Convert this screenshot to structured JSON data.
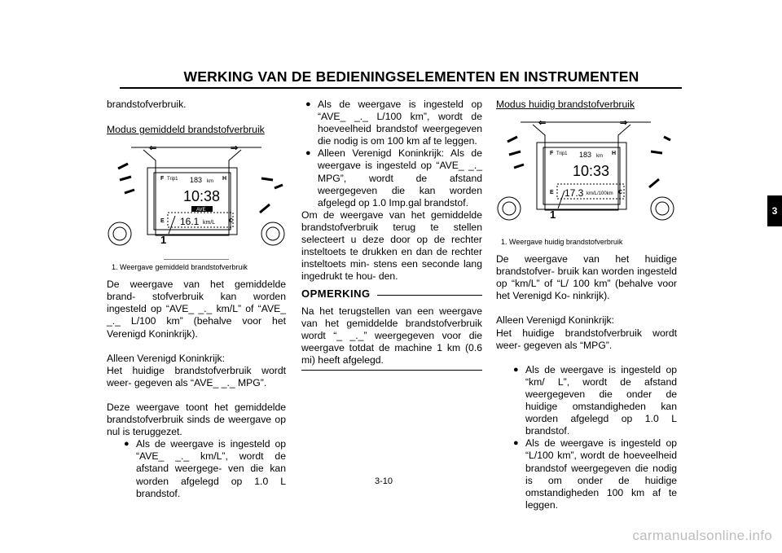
{
  "header": {
    "title": "WERKING VAN DE BEDIENINGSELEMENTEN EN INSTRUMENTEN"
  },
  "chapter_tab": "3",
  "page_number": "3-10",
  "watermark": "carmanualsonline.info",
  "left": {
    "intro": "brandstofverbruik.",
    "heading": "Modus gemiddeld brandstofverbruik",
    "figure": {
      "trip": "Trip1",
      "odo": "183",
      "unit": "km",
      "clock": "10:38",
      "ave": "AVE",
      "reading": "16.1",
      "reading_unit": "km/L",
      "callout": "1",
      "f": "F",
      "h": "H",
      "e": "E",
      "c": "C"
    },
    "caption": "1.  Weergave gemiddeld brandstofverbruik",
    "p1": "De weergave van het gemiddelde brand- stofverbruik kan worden ingesteld op “AVE_ _._ km/L” of “AVE_ _._ L/100 km” (behalve voor het Verenigd Koninkrijk).",
    "p2a": "Alleen Verenigd Koninkrijk:",
    "p2b": "Het huidige brandstofverbruik wordt weer- gegeven als “AVE_ _._ MPG”.",
    "p3": "Deze weergave toont het gemiddelde brandstofverbruik sinds de weergave op nul is teruggezet.",
    "bullet1": "Als de weergave is ingesteld op “AVE_ _._ km/L”, wordt de afstand weergege- ven die kan worden afgelegd op 1.0 L brandstof."
  },
  "middle": {
    "bullet1": "Als de weergave is ingesteld op “AVE_ _._ L/100 km”, wordt de hoeveelheid brandstof weergegeven die nodig is om 100 km af te leggen.",
    "bullet2": "Alleen Verenigd Koninkrijk: Als de weergave is ingesteld op “AVE_ _._ MPG”, wordt de afstand weergegeven die kan worden afgelegd op 1.0 Imp.gal brandstof.",
    "p1": "Om de weergave van het gemiddelde brandstofverbruik terug te stellen selecteert u deze door op de rechter insteltoets te drukken en dan de rechter insteltoets min- stens een seconde lang ingedrukt te hou- den.",
    "note_title": "OPMERKING",
    "note": "Na het terugstellen van een weergave van het gemiddelde brandstofverbruik wordt “_ _._” weergegeven voor die weergave totdat de machine 1 km (0.6 mi) heeft afgelegd."
  },
  "right": {
    "heading": "Modus huidig brandstofverbruik",
    "figure": {
      "trip": "Trip1",
      "odo": "183",
      "unit": "km",
      "clock": "10:33",
      "reading": "17.3",
      "reading_unit": "km/L/100km",
      "callout": "1",
      "f": "F",
      "h": "H",
      "e": "E",
      "c": "C"
    },
    "caption": "1.  Weergave huidig brandstofverbruik",
    "p1": "De weergave van het huidige brandstofver- bruik kan worden ingesteld op “km/L” of “L/ 100 km” (behalve voor het Verenigd Ko- ninkrijk).",
    "p2a": "Alleen Verenigd Koninkrijk:",
    "p2b": "Het huidige brandstofverbruik wordt weer- gegeven als “MPG”.",
    "bullet1": "Als de weergave is ingesteld op “km/ L”, wordt de afstand weergegeven die onder de huidige omstandigheden kan worden afgelegd op 1.0 L brandstof.",
    "bullet2": "Als de weergave is ingesteld op “L/100 km”, wordt de hoeveelheid brandstof weergegeven die nodig is om onder de huidige omstandigheden 100 km af te leggen."
  }
}
